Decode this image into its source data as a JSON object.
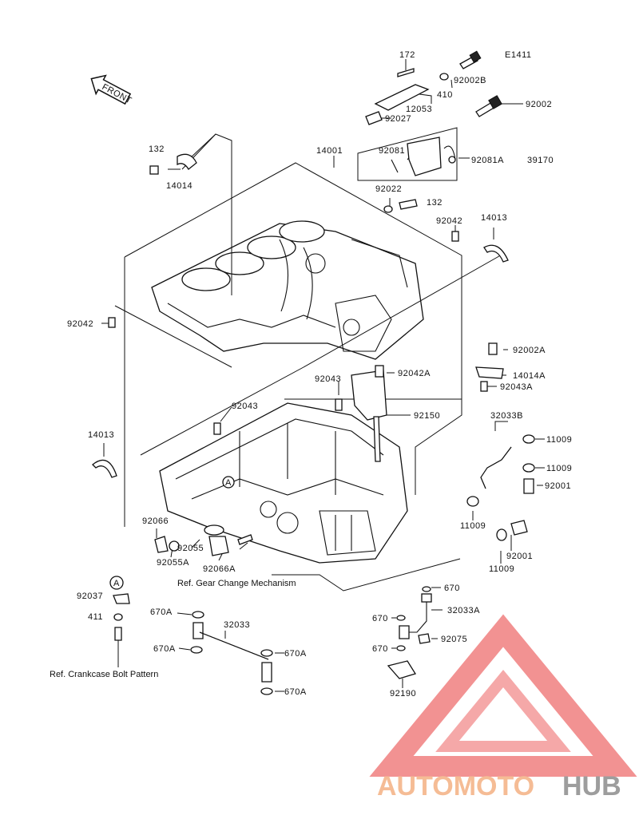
{
  "diagram_id": "E1411",
  "front_label": "FRONT",
  "parts": {
    "p172": "172",
    "p92002B": "92002B",
    "p410": "410",
    "p12053": "12053",
    "p92027": "92027",
    "p92002": "92002",
    "p92081": "92081",
    "p92081A": "92081A",
    "p39170": "39170",
    "p132a": "132",
    "p14014": "14014",
    "p14001": "14001",
    "p92022": "92022",
    "p132b": "132",
    "p92042a": "92042",
    "p14013a": "14013",
    "p92042b": "92042",
    "p92002A": "92002A",
    "p14014A": "14014A",
    "p92043A": "92043A",
    "p92043a": "92043",
    "p92042A": "92042A",
    "p92043b": "92043",
    "p92150": "92150",
    "p14013b": "14013",
    "p32033B": "32033B",
    "p11009a": "11009",
    "p11009b": "11009",
    "p92001a": "92001",
    "p11009c": "11009",
    "p92001b": "92001",
    "p11009d": "11009",
    "p92066": "92066",
    "p92055": "92055",
    "p92055A": "92055A",
    "p92066A": "92066A",
    "pA1": "A",
    "pA2": "A",
    "p92037": "92037",
    "p411": "411",
    "p670A1": "670A",
    "p32033": "32033",
    "p670A2": "670A",
    "p670A3": "670A",
    "p670A4": "670A",
    "p670a": "670",
    "p32033A": "32033A",
    "p670b": "670",
    "p670c": "670",
    "p92075": "92075",
    "p92190": "92190"
  },
  "refs": {
    "gear_change": "Ref. Gear Change Mechanism",
    "crankcase_bolt": "Ref. Crankcase Bolt Pattern"
  },
  "watermark": {
    "text_part1": "AUTOMOTO",
    "text_part2": "HUB",
    "color1": "#f4b183",
    "color2": "#8c8c8c",
    "triangle_color": "#f08080"
  }
}
